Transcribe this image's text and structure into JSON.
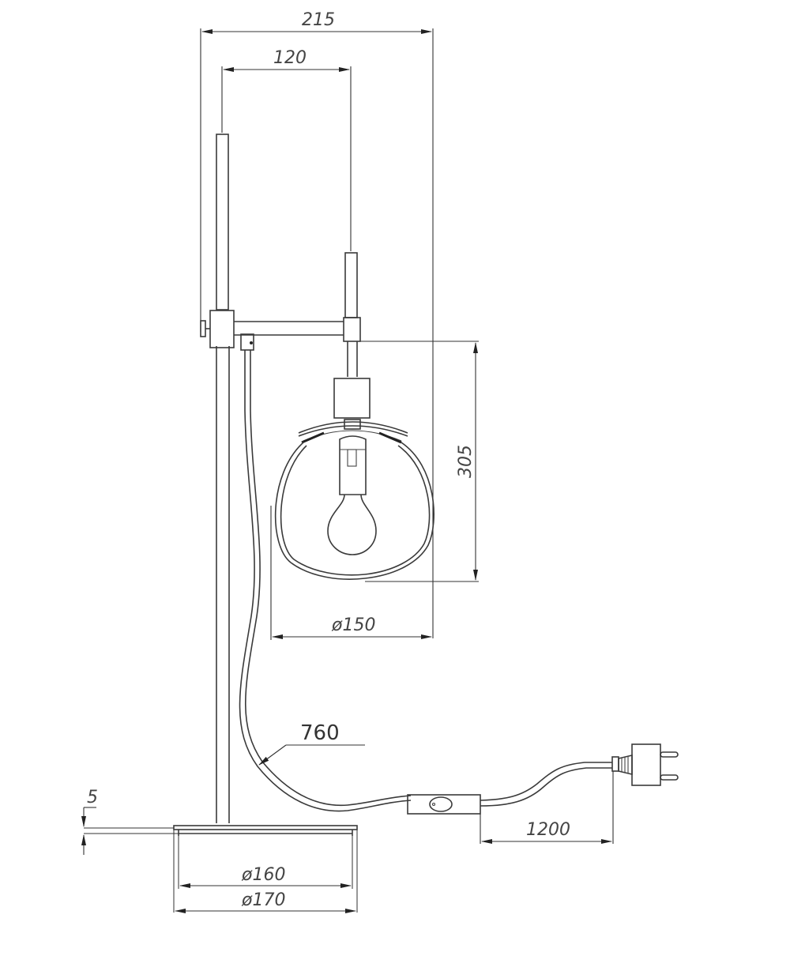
{
  "drawing": {
    "subject": "Table lamp technical drawing",
    "dimensions": {
      "overall_width": "215",
      "arm_offset": "120",
      "shade_height": "305",
      "shade_diameter": "ø150",
      "cable_length": "760",
      "base_thickness": "5",
      "base_inner_diameter": "ø160",
      "base_outer_diameter": "ø170",
      "plug_cable_length": "1200"
    },
    "line_color": "#3a3a3a",
    "background": "#ffffff"
  }
}
